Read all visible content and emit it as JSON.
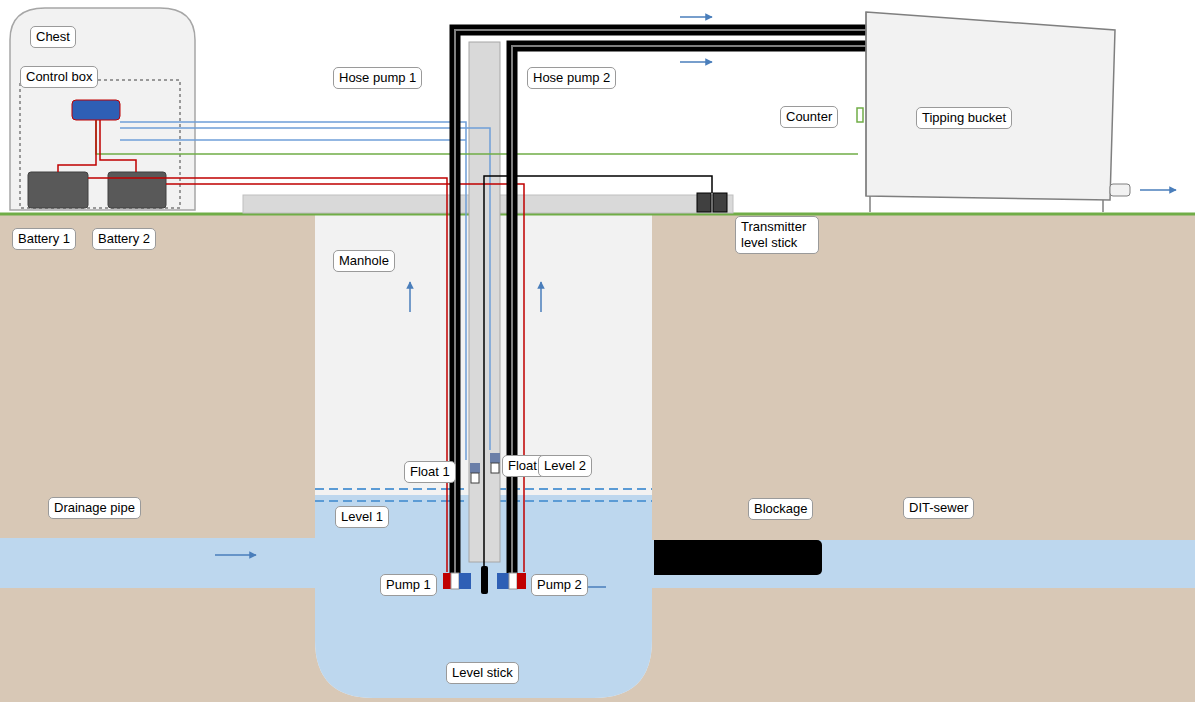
{
  "diagram": {
    "labels": [
      "Chest",
      "Control box",
      "Battery 1",
      "Battery 2",
      "Hose pump 1",
      "Hose pump 2",
      "Counter",
      "Tipping bucket",
      "Manhole",
      "Transmitter level stick",
      "Drainage pipe",
      "Float 1",
      "Float 2",
      "Level 2",
      "Level 1",
      "Blockage",
      "DIT-sewer",
      "Pump 1",
      "Pump 2",
      "Level stick"
    ]
  }
}
